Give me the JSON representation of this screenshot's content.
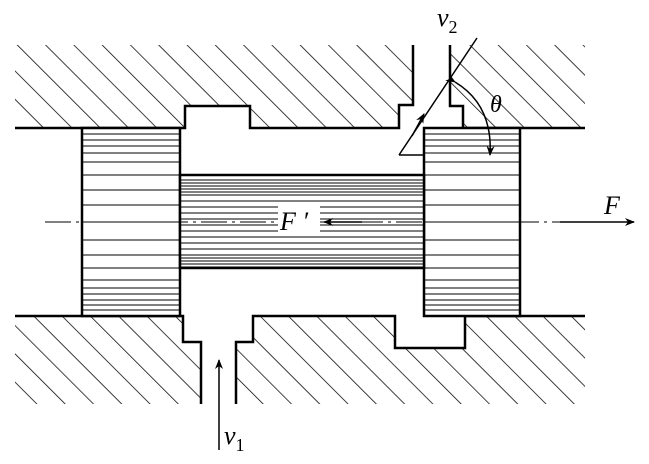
{
  "diagram": {
    "labels": {
      "v2_base": "v",
      "v2_sub": "2",
      "v1_base": "v",
      "v1_sub": "1",
      "theta": "θ",
      "force_out": "F",
      "force_reaction": "F ′"
    },
    "colors": {
      "stroke": "#000000",
      "background": "#ffffff"
    }
  }
}
